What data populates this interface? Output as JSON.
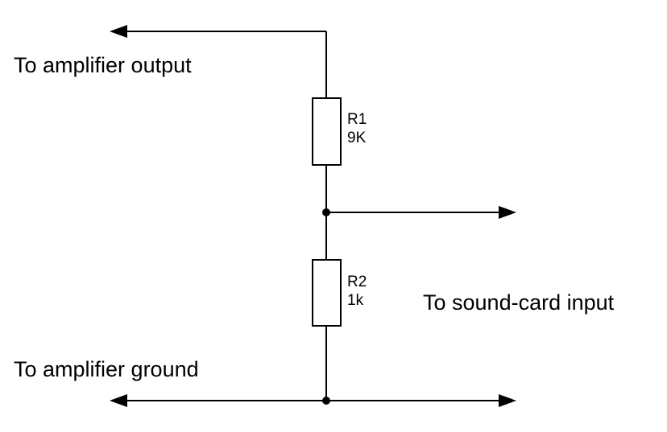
{
  "labels": {
    "amp_output": "To amplifier output",
    "amp_ground": "To amplifier ground",
    "soundcard": "To sound-card input"
  },
  "components": {
    "r1": {
      "ref": "R1",
      "value": "9K"
    },
    "r2": {
      "ref": "R2",
      "value": "1k"
    }
  },
  "colors": {
    "ink": "#000000",
    "background": "#ffffff"
  }
}
